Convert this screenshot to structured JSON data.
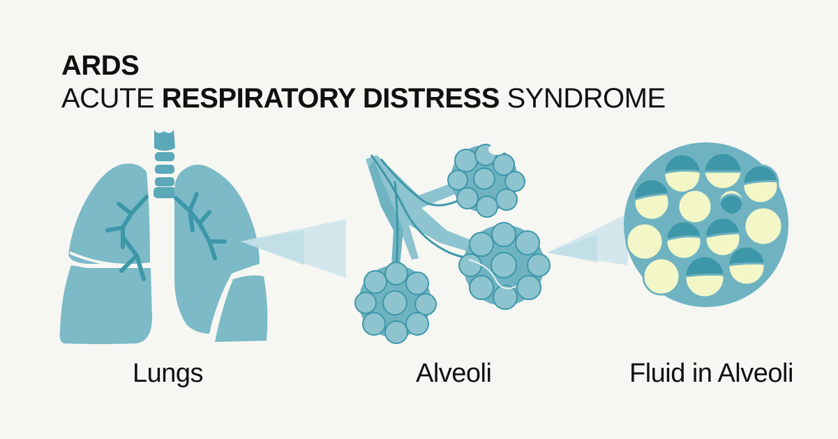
{
  "title": {
    "main": "ARDS",
    "sub_part1": "ACUTE ",
    "sub_part2": "RESPIRATORY DISTRESS",
    "sub_part3": " SYNDROME"
  },
  "panels": [
    {
      "label": "Lungs"
    },
    {
      "label": "Alveoli"
    },
    {
      "label": "Fluid in Alveoli"
    }
  ],
  "colors": {
    "background": "#f6f6f3",
    "lung_teal": "#7bbac6",
    "dark_teal": "#3d97a8",
    "light_teal": "#cfe6ec",
    "fluid_yellow": "#f3f7c7",
    "cluster_bg": "#6fb3c2"
  }
}
